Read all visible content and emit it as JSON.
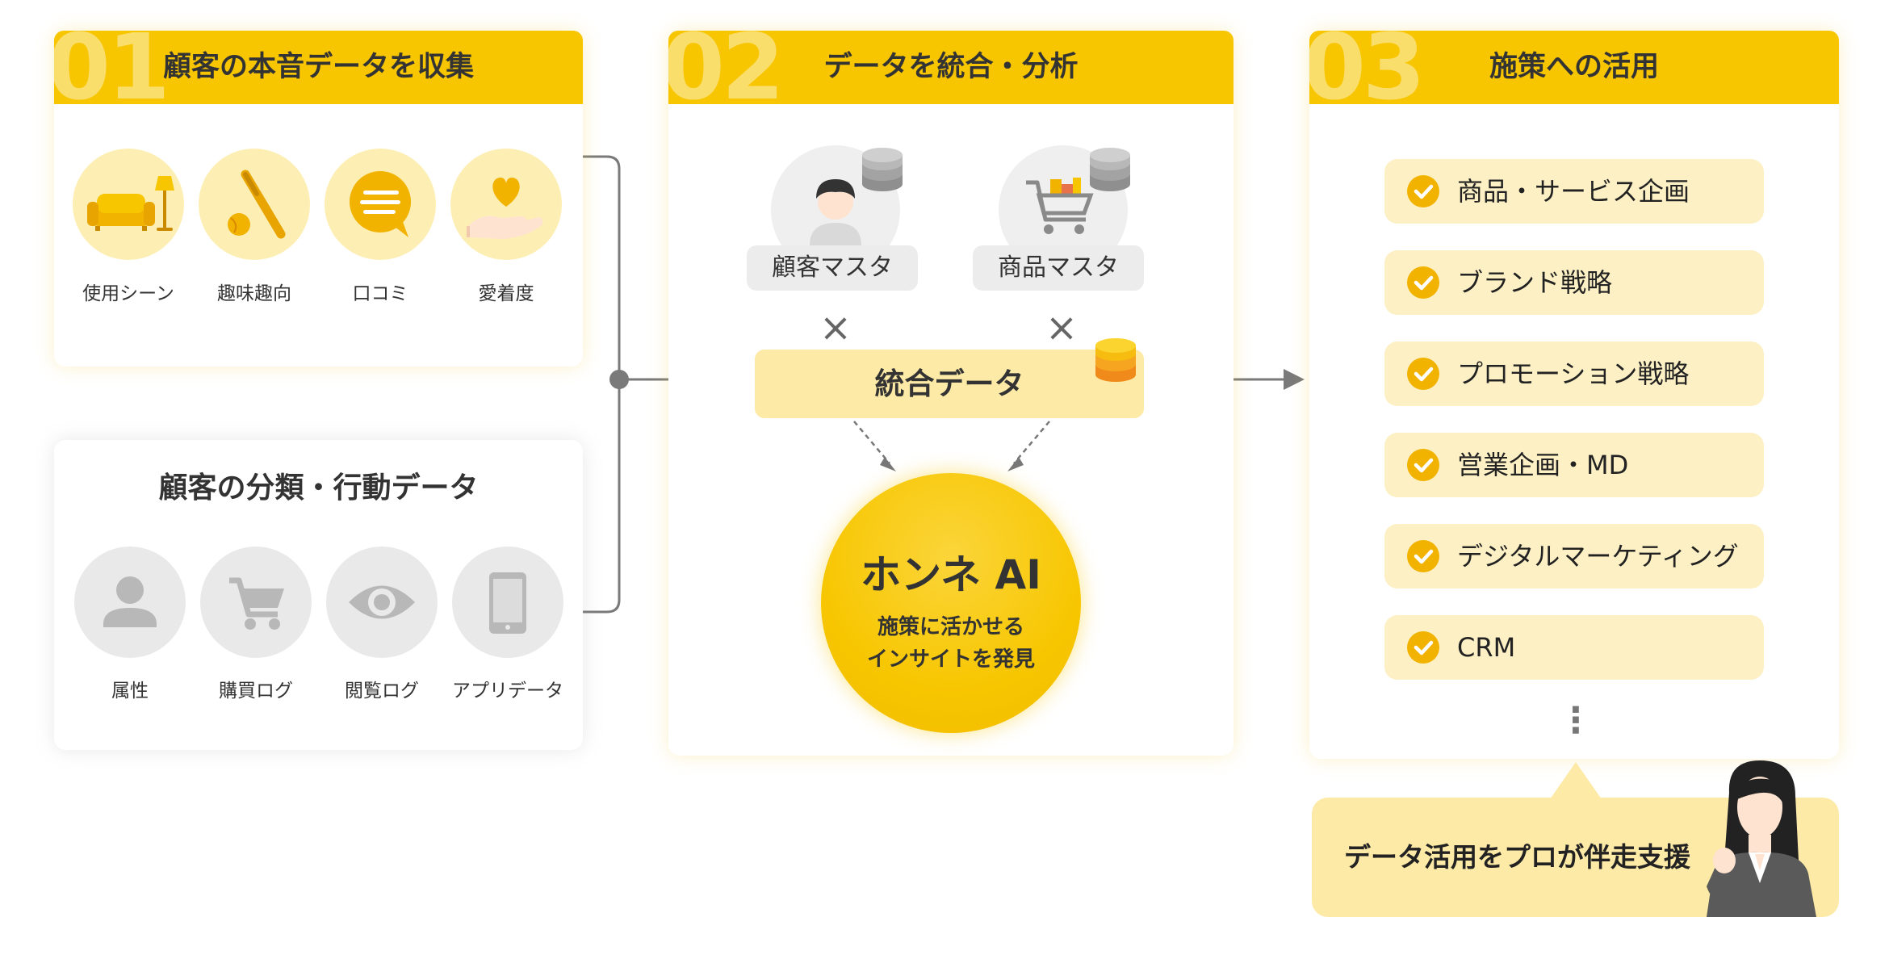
{
  "step1": {
    "number": "01",
    "title": "顧客の本音データを収集",
    "items": [
      {
        "label": "使用シーン",
        "icon": "sofa-lamp-icon"
      },
      {
        "label": "趣味趣向",
        "icon": "baseball-bat-icon"
      },
      {
        "label": "口コミ",
        "icon": "speech-bubble-icon"
      },
      {
        "label": "愛着度",
        "icon": "heart-hand-icon"
      }
    ]
  },
  "customer_data": {
    "title": "顧客の分類・行動データ",
    "items": [
      {
        "label": "属性",
        "icon": "person-icon"
      },
      {
        "label": "購買ログ",
        "icon": "cart-icon"
      },
      {
        "label": "閲覧ログ",
        "icon": "eye-icon"
      },
      {
        "label": "アプリデータ",
        "icon": "smartphone-icon"
      }
    ]
  },
  "step2": {
    "number": "02",
    "title": "データを統合・分析",
    "customer_master": "顧客マスタ",
    "product_master": "商品マスタ",
    "cross_symbol": "×",
    "integrated": "統合データ",
    "ai_title": "ホンネ AI",
    "ai_sub_line1": "施策に活かせる",
    "ai_sub_line2": "インサイトを発見"
  },
  "step3": {
    "number": "03",
    "title": "施策への活用",
    "items": [
      "商品・サービス企画",
      "ブランド戦略",
      "プロモーション戦略",
      "営業企画・MD",
      "デジタルマーケティング",
      "CRM"
    ],
    "more": "⋮"
  },
  "support": {
    "text": "データ活用をプロが伴走支援"
  },
  "colors": {
    "accent": "#f7c600",
    "light": "#fdf0c4",
    "circle": "#fdefb4",
    "gray": "#e9e9e9",
    "arrow": "#7a7a7a"
  }
}
